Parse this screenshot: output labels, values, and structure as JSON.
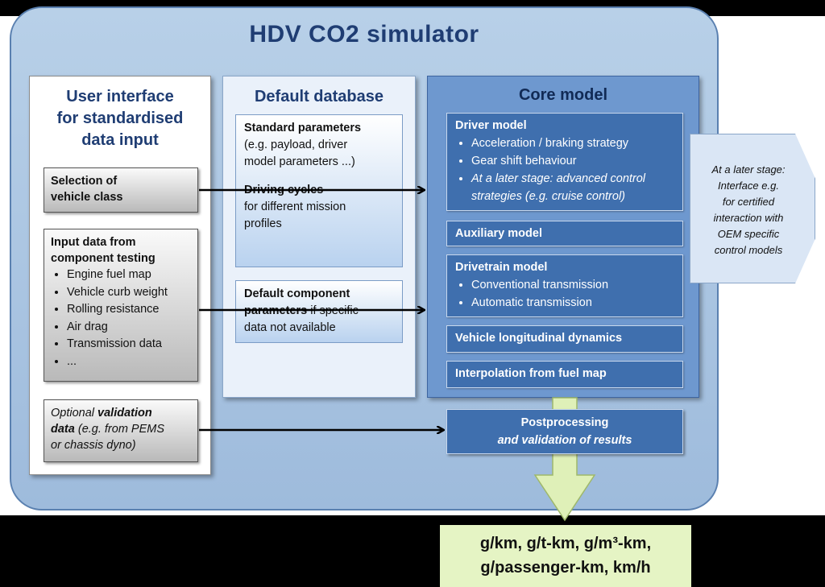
{
  "title": "HDV CO2 simulator",
  "ui_column": {
    "title_lines": [
      "User interface",
      "for standardised",
      "data input"
    ],
    "selection_box": {
      "lines": [
        "Selection of",
        "vehicle class"
      ]
    },
    "input_box": {
      "lines": [
        "Input data from",
        "component testing"
      ],
      "items": [
        "Engine fuel map",
        "Vehicle curb weight",
        "Rolling resistance",
        "Air drag",
        "Transmission data",
        "..."
      ]
    },
    "validation_box": {
      "prefix": "Optional",
      "bold": "validation",
      "line2_bold": "data",
      "line2_rest": "(e.g. from PEMS",
      "line3": "or chassis dyno)"
    }
  },
  "db_column": {
    "title": "Default database",
    "standard_box": {
      "heading": "Standard parameters",
      "text_lines": [
        "(e.g. payload, driver",
        "model parameters ...)"
      ],
      "heading2": "Driving cycles",
      "text2_lines": [
        "for different mission",
        "profiles"
      ]
    },
    "component_box": {
      "bold_line1": "Default component",
      "bold_line2": "parameters",
      "line2_rest": "if specific",
      "line3": "data not available"
    }
  },
  "core_column": {
    "title": "Core model",
    "driver_model": {
      "heading": "Driver model",
      "items": [
        "Acceleration / braking strategy",
        "Gear shift behaviour"
      ],
      "italic_item_lines": [
        "At a later stage: advanced control",
        "strategies (e.g. cruise control)"
      ]
    },
    "auxiliary_model": "Auxiliary model",
    "drivetrain_model": {
      "heading": "Drivetrain model",
      "items": [
        "Conventional transmission",
        "Automatic transmission"
      ]
    },
    "vehicle_dynamics": "Vehicle longitudinal dynamics",
    "interpolation": "Interpolation from fuel map"
  },
  "side_note": {
    "lines": [
      "At a later stage:",
      "Interface e.g.",
      "for certified",
      "interaction with",
      "OEM specific",
      "control models"
    ]
  },
  "postprocessing": {
    "line1": "Postprocessing",
    "line2": "and validation of results"
  },
  "results": {
    "line1": "g/km,  g/t-km,  g/m³-km,",
    "line2": "g/passenger-km, km/h"
  },
  "colors": {
    "panel": "#a9c4e2",
    "core_box": "#3f6fae",
    "title": "#1f3d73",
    "result": "#e5f4c4",
    "arrow_fill": "#dff0b8"
  }
}
